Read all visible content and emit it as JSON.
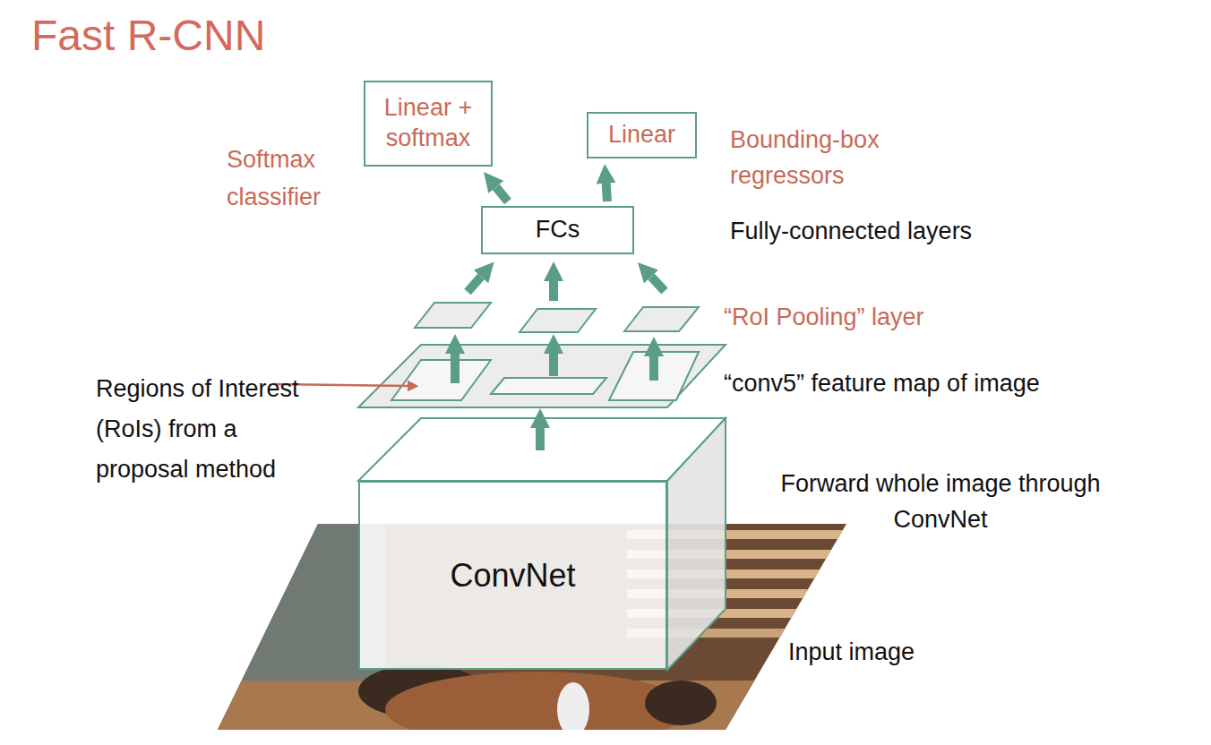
{
  "diagram": {
    "title": "Fast R-CNN",
    "nodes": [
      {
        "text": [
          "Linear + softmax"
        ]
      },
      {
        "text": [
          "Linear"
        ]
      },
      {
        "text": [
          "FCs"
        ]
      },
      {
        "text": [
          "ConvNet"
        ]
      }
    ],
    "edges": [
      {
        "from": 2,
        "to": 0,
        "arrow": "to"
      },
      {
        "from": 2,
        "to": 1,
        "arrow": "to"
      }
    ],
    "labels": [
      "Softmax classifier",
      "Bounding-box regressors",
      "Fully-connected layers",
      "“RoI Pooling” layer",
      "“conv5” feature map of image",
      "Regions of Interest (RoIs) from a proposal method",
      "Forward whole image through ConvNet",
      "Input image"
    ]
  }
}
